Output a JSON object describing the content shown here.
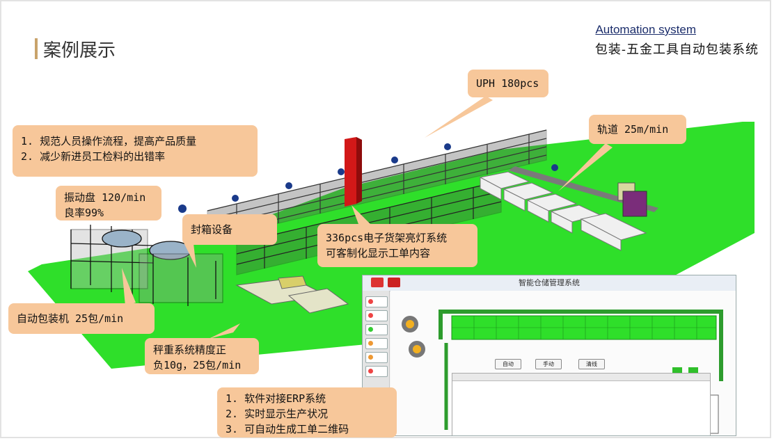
{
  "header": {
    "page_title": "案例展示",
    "system_title": "Automation system",
    "system_subtitle": "包装-五金工具自动包装系统"
  },
  "callouts": {
    "uph": "UPH 180pcs",
    "track": "轨道 25m/min",
    "goals": [
      "1.  规范人员操作流程，提高产品质量",
      "2.  减少新进员工检料的出错率"
    ],
    "vibration": [
      "振动盘 120/min",
      "良率99%"
    ],
    "sealing": "封箱设备",
    "shelf": [
      "336pcs电子货架亮灯系统",
      "可客制化显示工单内容"
    ],
    "packing": "自动包装机 25包/min",
    "weighing": [
      "秤重系统精度正",
      "负10g，25包/min"
    ],
    "software": [
      "1.  软件对接ERP系统",
      "2.  实时显示生产状况",
      "3.  可自动生成工单二维码"
    ]
  },
  "hmi": {
    "window_title": "智能仓储管理系统",
    "buttons": [
      "自动",
      "手动",
      "清线"
    ]
  },
  "colors": {
    "callout_bg": "#f7c79a",
    "floor_green": "#2fdf2a",
    "accent_gold": "#c9a36b",
    "title_blue": "#1b2d6b"
  }
}
